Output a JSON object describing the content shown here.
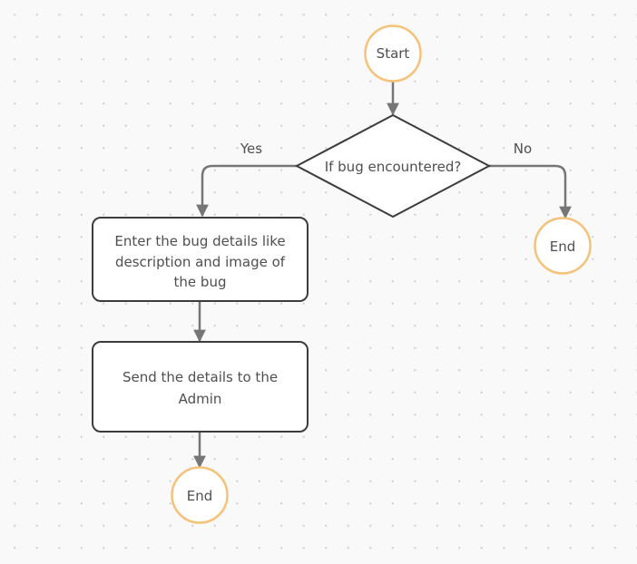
{
  "flowchart": {
    "start": {
      "label": "Start"
    },
    "decision": {
      "label": "If bug encountered?"
    },
    "yes_branch": {
      "label": "Yes"
    },
    "no_branch": {
      "label": "No"
    },
    "end_no": {
      "label": "End"
    },
    "enter_details": {
      "lines": [
        "Enter the bug details like",
        "description and image of",
        "the bug"
      ]
    },
    "send_details": {
      "lines": [
        "Send the details to the",
        "Admin"
      ]
    },
    "end_yes": {
      "label": "End"
    }
  },
  "colors": {
    "terminator_stroke": "#f5c27a",
    "shape_stroke": "#3c3c3c",
    "connector": "#767676",
    "text": "#4f4f4f",
    "fill": "#ffffff"
  }
}
